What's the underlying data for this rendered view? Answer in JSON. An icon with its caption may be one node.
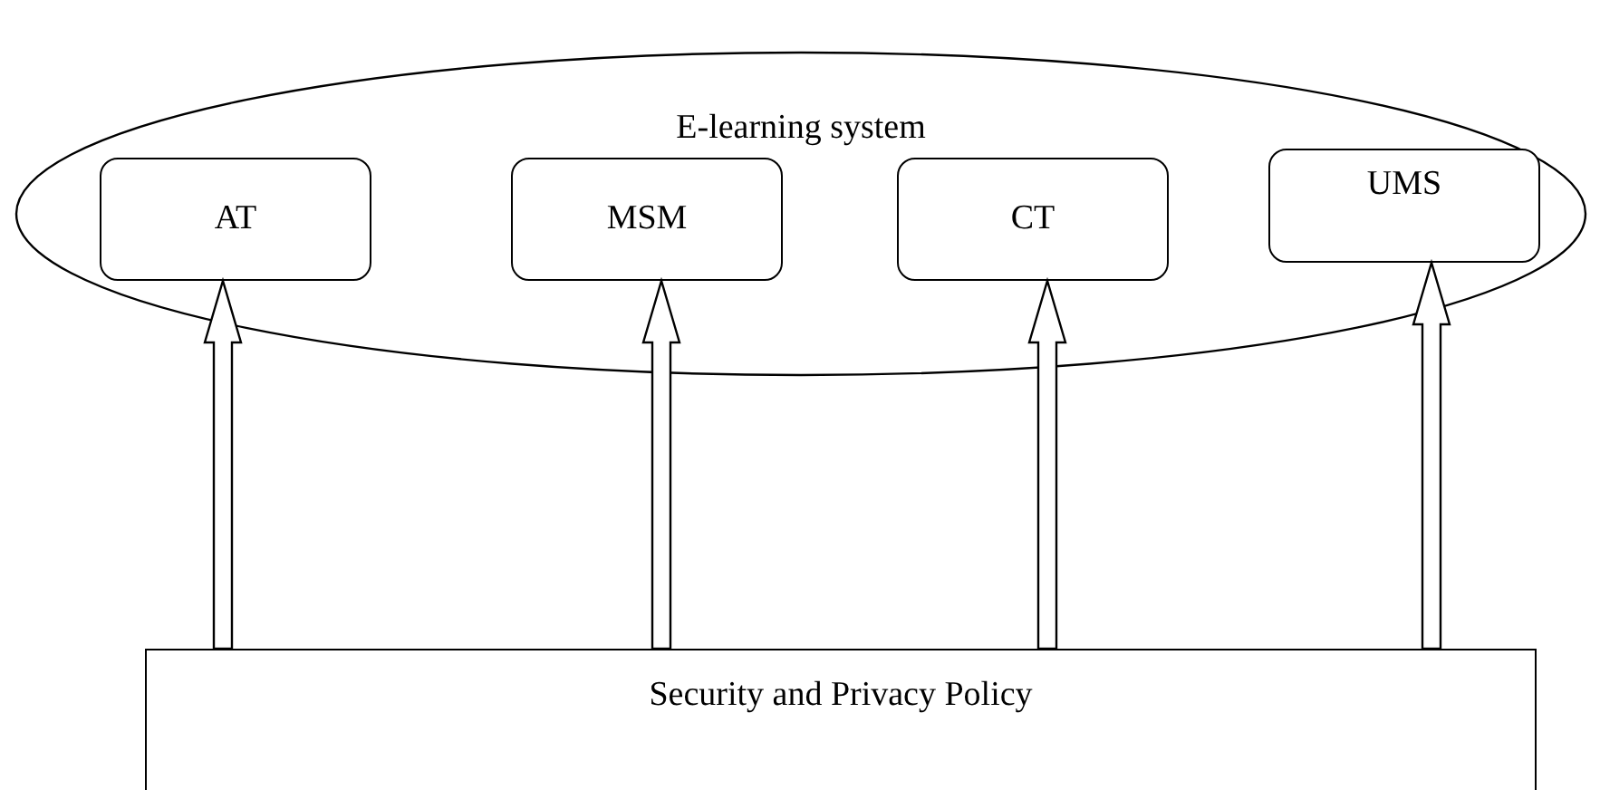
{
  "diagram": {
    "nodes": [
      {
        "text": [
          "E-learning system"
        ]
      },
      {
        "text": [
          "AT"
        ],
        "in": 0
      },
      {
        "text": [
          "MSM"
        ],
        "in": 0
      },
      {
        "text": [
          "CT"
        ],
        "in": 0
      },
      {
        "text": [
          "UMS"
        ],
        "in": 0
      },
      {
        "text": [
          "Security and Privacy Policy"
        ]
      }
    ],
    "edges": [
      {
        "from": 5,
        "to": 1,
        "arrow": "to"
      },
      {
        "from": 5,
        "to": 2,
        "arrow": "to"
      },
      {
        "from": 5,
        "to": 3,
        "arrow": "to"
      },
      {
        "from": 5,
        "to": 4,
        "arrow": "to"
      }
    ]
  }
}
